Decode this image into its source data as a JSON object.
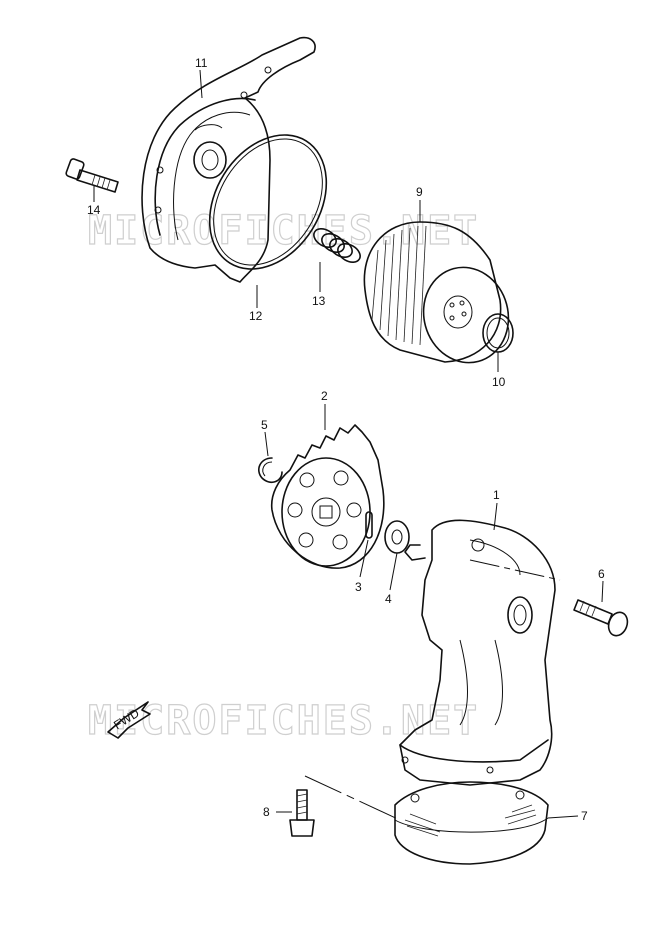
{
  "watermark": {
    "top": "MICROFICHES.NET",
    "bottom": "MICROFICHES.NET"
  },
  "fwd_label": "FWD",
  "callouts": [
    {
      "id": "1",
      "label": "1"
    },
    {
      "id": "2",
      "label": "2"
    },
    {
      "id": "3",
      "label": "3"
    },
    {
      "id": "4",
      "label": "4"
    },
    {
      "id": "5",
      "label": "5"
    },
    {
      "id": "6",
      "label": "6"
    },
    {
      "id": "7",
      "label": "7"
    },
    {
      "id": "8",
      "label": "8"
    },
    {
      "id": "9",
      "label": "9"
    },
    {
      "id": "10",
      "label": "10"
    },
    {
      "id": "11",
      "label": "11"
    },
    {
      "id": "12",
      "label": "12"
    },
    {
      "id": "13",
      "label": "13"
    },
    {
      "id": "14",
      "label": "14"
    }
  ],
  "colors": {
    "ink": "#111111",
    "watermark": "#cfcfcf",
    "background": "#ffffff"
  }
}
